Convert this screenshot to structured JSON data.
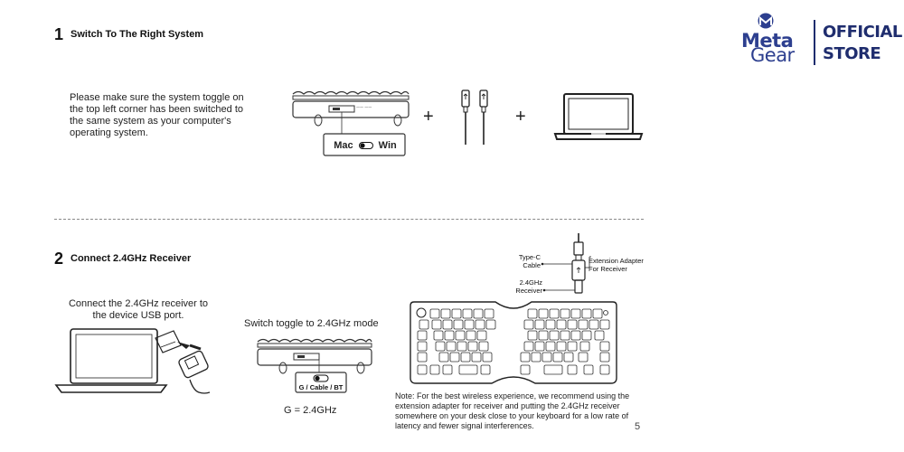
{
  "brand": {
    "line1": "Meta",
    "line2": "Gear",
    "official_top": "OFFICIAL",
    "official_bottom": "STORE"
  },
  "step1": {
    "number": "1",
    "title": "Switch To The Right System",
    "instructions": "Please make sure the system toggle on the top left corner has been switched to the same system as your computer's operating system.",
    "toggle_mac": "Mac",
    "toggle_win": "Win",
    "plus": "+"
  },
  "step2": {
    "number": "2",
    "title": "Connect 2.4GHz Receiver",
    "connect_text": "Connect the 2.4GHz receiver to the device USB port.",
    "switch_text": "Switch toggle to 2.4GHz mode",
    "toggle_label": "G / Cable / BT",
    "g_equals": "G = 2.4GHz",
    "typec_label": "Type-C Cable",
    "receiver_label": "2.4GHz Receiver",
    "adapter_label": "Extension Adapter For Receiver",
    "note": "Note: For the best wireless experience, we recommend using the extension adapter for receiver and putting the 2.4GHz receiver somewhere on your desk close to your keyboard for a low rate of latency and fewer signal interferences."
  },
  "page_number": "5"
}
